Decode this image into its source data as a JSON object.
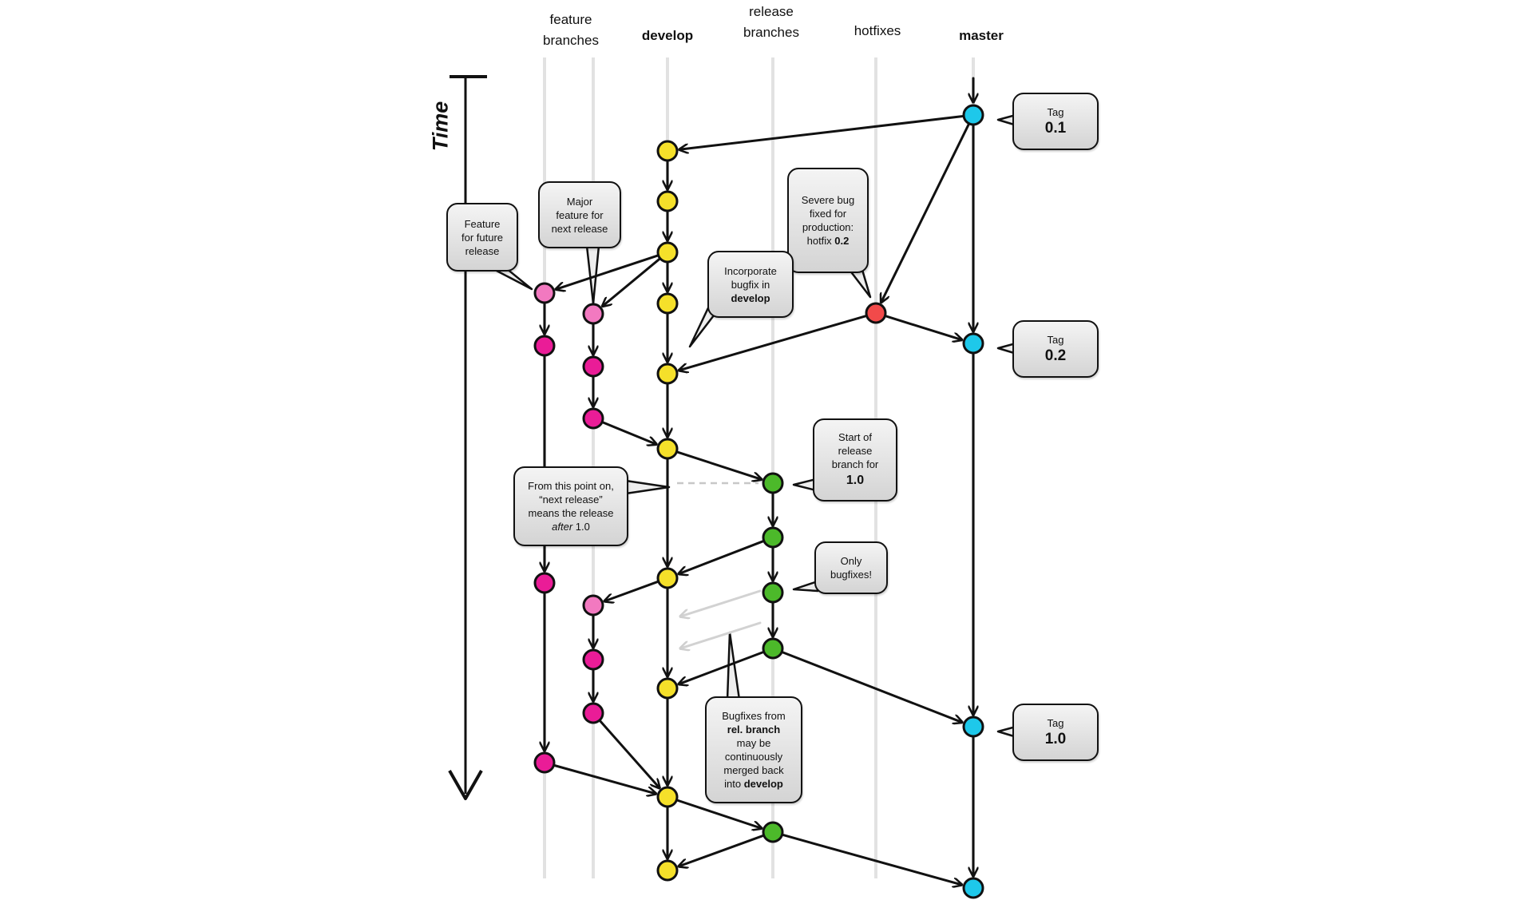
{
  "lanes": {
    "feature_l1": "feature",
    "feature_l2": "branches",
    "develop": "develop",
    "release_l1": "release",
    "release_l2": "branches",
    "hotfixes": "hotfixes",
    "master": "master"
  },
  "time_label": "Time",
  "callouts": {
    "tag01": {
      "label": "Tag",
      "version": "0.1"
    },
    "tag02": {
      "label": "Tag",
      "version": "0.2"
    },
    "tag10": {
      "label": "Tag",
      "version": "1.0"
    },
    "feature_future": [
      "Feature",
      "for future",
      "release"
    ],
    "major_feature": [
      "Major",
      "feature for",
      "next release"
    ],
    "severe_bug": [
      "Severe bug",
      "fixed for",
      "production:"
    ],
    "severe_bug_prefix": "hotfix ",
    "severe_bug_version": "0.2",
    "incorporate": [
      "Incorporate",
      "bugfix in"
    ],
    "incorporate_bold": "develop",
    "start_release": [
      "Start of",
      "release",
      "branch for"
    ],
    "start_release_version": "1.0",
    "from_point": [
      "From this point on,",
      "“next release”",
      "means the release"
    ],
    "from_point_italic": "after",
    "from_point_version": " 1.0",
    "only_bugfixes": [
      "Only",
      "bugfixes!"
    ],
    "bugfixes_l1": "Bugfixes from",
    "bugfixes_bold": "rel. branch",
    "bugfixes_rest": [
      "may be",
      "continuously",
      "merged back"
    ],
    "bugfixes_into": "into ",
    "bugfixes_develop": "develop"
  },
  "colors": {
    "develop_commit": "#f5e02a",
    "feature_commit_light": "#f279c0",
    "feature_commit": "#ea1c97",
    "release_commit": "#4cb92a",
    "hotfix_commit": "#f24a4a",
    "master_commit": "#1ec8ea",
    "lane_line": "#e2e2e2"
  }
}
